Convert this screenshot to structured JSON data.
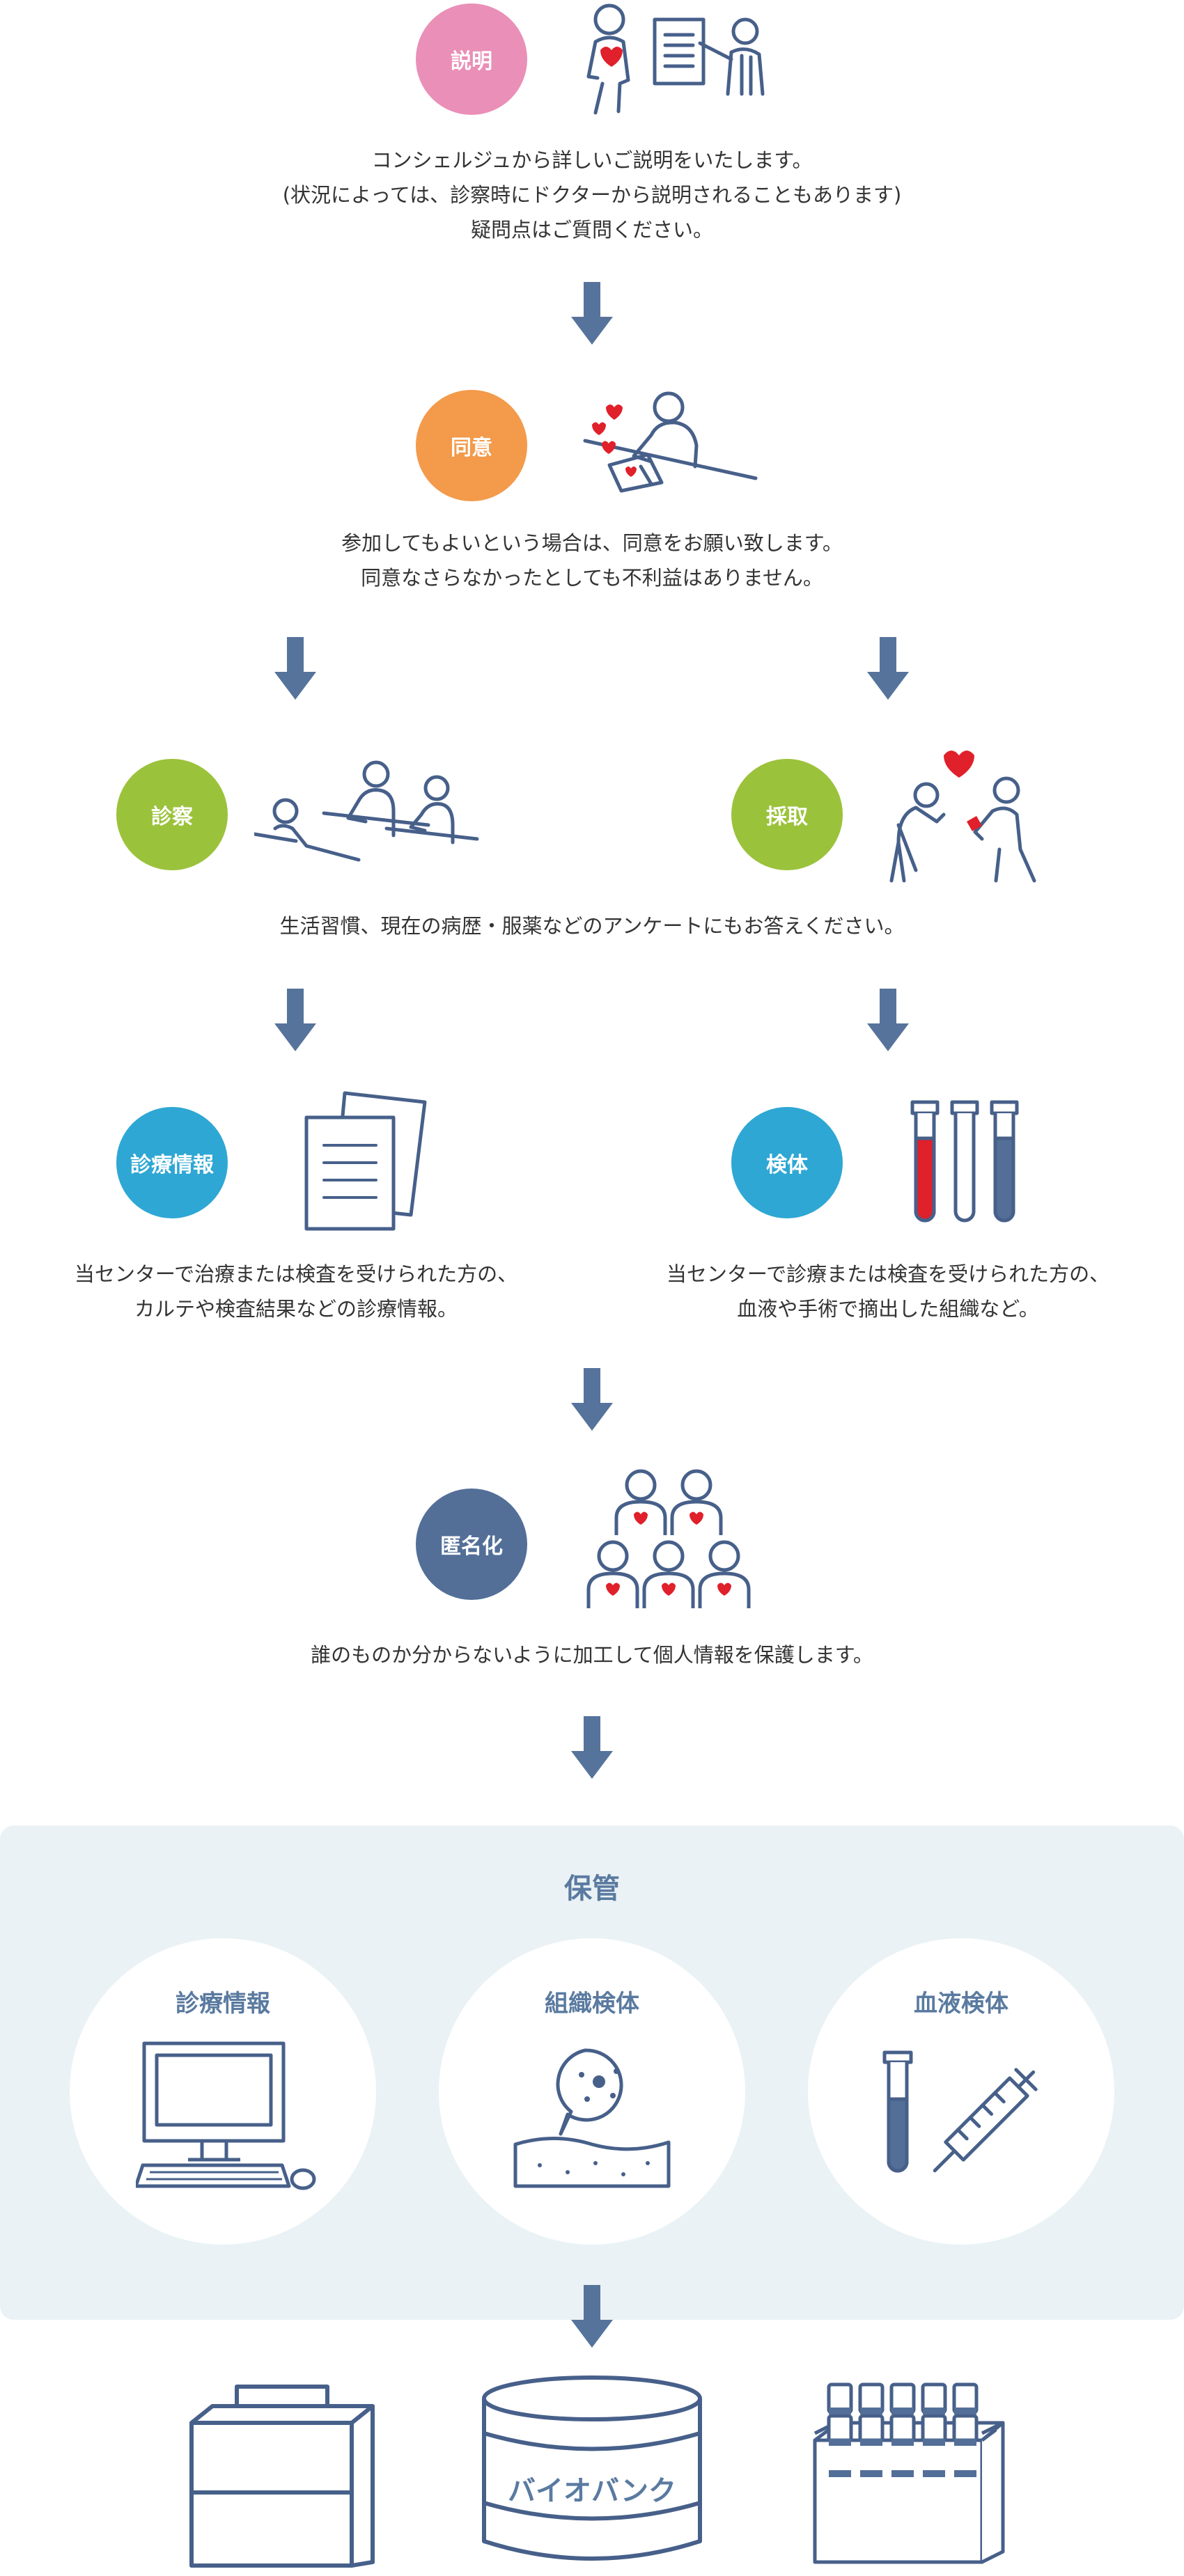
{
  "steps": {
    "explanation": {
      "label": "説明",
      "lines": [
        "コンシェルジュから詳しいご説明をいたします。",
        "(状況によっては、診察時にドクターから説明されることもあります)",
        "疑問点はご質問ください。"
      ]
    },
    "consent": {
      "label": "同意",
      "lines": [
        "参加してもよいという場合は、同意をお願い致します。",
        "同意なさらなかったとしても不利益はありません。"
      ]
    },
    "exam": {
      "label": "診察"
    },
    "collection": {
      "label": "採取"
    },
    "survey": {
      "lines": [
        "生活習慣、現在の病歴・服薬などのアンケートにもお答えください。"
      ]
    },
    "medical_info": {
      "label": "診療情報",
      "lines": [
        "当センターで治療または検査を受けられた方の、",
        "カルテや検査結果などの診療情報。"
      ]
    },
    "specimen": {
      "label": "検体",
      "lines": [
        "当センターで診療または検査を受けられた方の、",
        "血液や手術で摘出した組織など。"
      ]
    },
    "anonymize": {
      "label": "匿名化",
      "lines": [
        "誰のものか分からないように加工して個人情報を保護します。"
      ]
    }
  },
  "storage": {
    "title": "保管",
    "items": [
      {
        "label": "診療情報"
      },
      {
        "label": "組織検体"
      },
      {
        "label": "血液検体"
      }
    ]
  },
  "biobank": {
    "label": "バイオバンク"
  },
  "colors": {
    "pink": "#ea8fb7",
    "orange": "#f39a4b",
    "green": "#9bc23b",
    "cyan": "#2ea7d4",
    "navy": "#536f98",
    "arrow": "#56739b",
    "line": "#47608a",
    "heart": "#e0202a"
  }
}
